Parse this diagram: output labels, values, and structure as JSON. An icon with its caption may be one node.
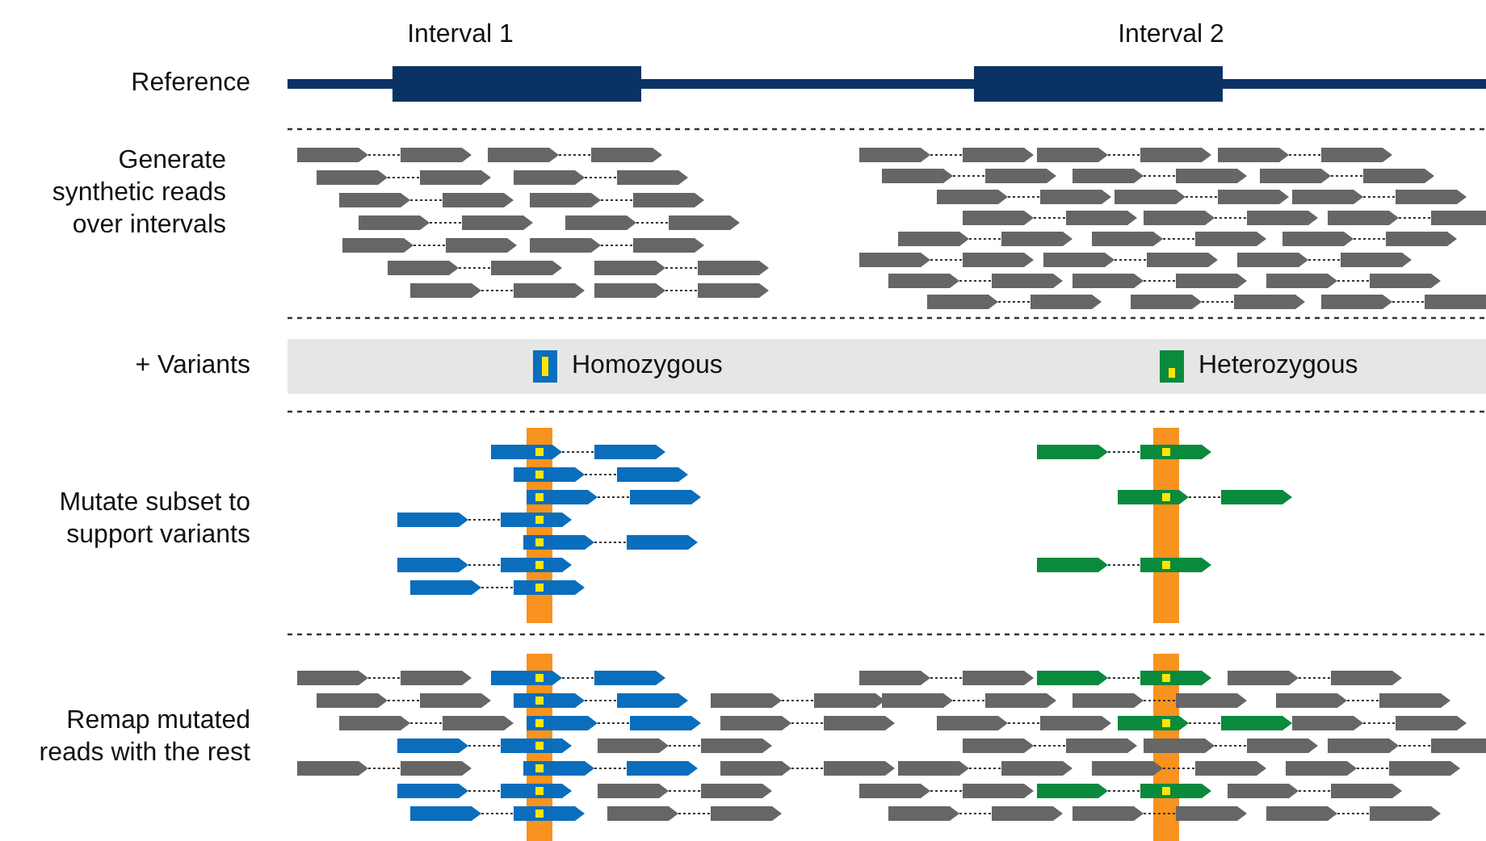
{
  "diagram": {
    "labels": [
      "Interval 1",
      "Interval 2",
      "Reference",
      "Generate synthetic reads over intervals",
      "+ Variants",
      "Mutate subset to support variants",
      "Remap mutated reads with the rest"
    ],
    "legend": [
      {
        "text": "Homozygous",
        "color": "#0a6ebd"
      },
      {
        "text": "Heterozygous",
        "color": "#0a8a3c"
      }
    ]
  }
}
